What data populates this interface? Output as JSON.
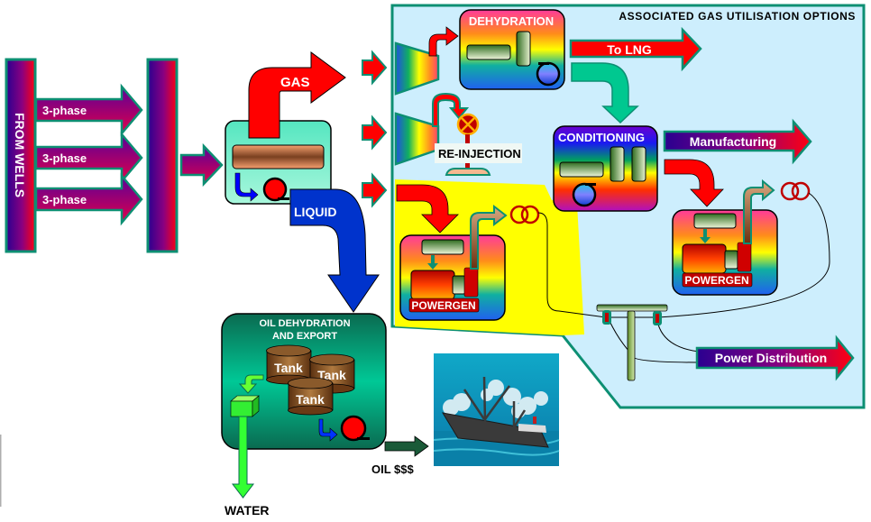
{
  "diagram": {
    "title": "ASSOCIATED GAS UTILISATION OPTIONS",
    "source": {
      "label": "FROM WELLS",
      "streams": [
        "3-phase",
        "3-phase",
        "3-phase"
      ]
    },
    "separator": {
      "gas_label": "GAS",
      "liquid_label": "LIQUID"
    },
    "gas_options": {
      "dehydration": "DEHYDRATION",
      "to_lng": "To LNG",
      "reinjection": "RE-INJECTION",
      "conditioning": "CONDITIONING",
      "manufacturing": "Manufacturing",
      "powergen_left": "POWERGEN",
      "powergen_right": "POWERGEN",
      "power_distribution": "Power Distribution"
    },
    "oil_export": {
      "title_line1": "OIL DEHYDRATION",
      "title_line2": "AND EXPORT",
      "tanks": [
        "Tank",
        "Tank",
        "Tank"
      ],
      "oil_label": "OIL $$$",
      "water_label": "WATER"
    },
    "colors": {
      "teal_border": "#0d8f73",
      "panel_bg": "#cdeefd",
      "gas_red": "#ff0000",
      "liquid_blue": "#0033cc",
      "highlight_yellow": "#ffff00",
      "manifold_purple": "#6a0080",
      "separator_green": "#66eec0",
      "oil_box_green": "#00b88a",
      "water_green": "#33ff33",
      "tank_brown": "#8a5a2b"
    }
  }
}
